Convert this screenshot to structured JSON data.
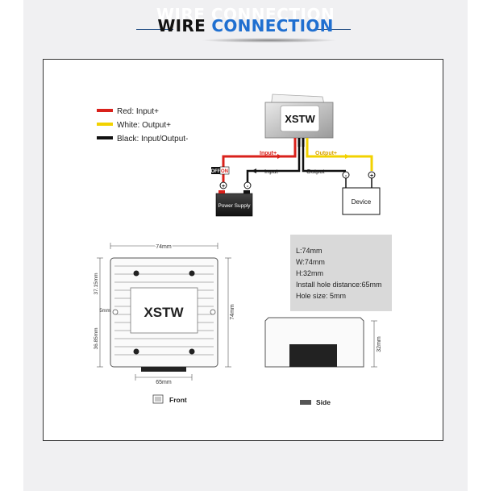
{
  "header": {
    "title_word1": "WIRE",
    "title_word2": "CONNECTION"
  },
  "legend": {
    "red": "Red: Input+",
    "white": "White: Output+",
    "black": "Black: Input/Output-"
  },
  "wiring": {
    "input_plus": "Input+",
    "output_plus": "Output+",
    "input_minus": "Input-",
    "output_minus": "Output-",
    "switch_off": "OFF",
    "switch_on": "ON",
    "power_supply": "Power Supply",
    "device": "Device",
    "logo": "XSTW",
    "plus": "+",
    "minus": "-"
  },
  "specs": {
    "length": "L:74mm",
    "width": "W:74mm",
    "height": "H:32mm",
    "hole_distance": "Install hole distance:65mm",
    "hole_size": "Hole size: 5mm"
  },
  "dimensions": {
    "top_width": "74mm",
    "right_height": "74mm",
    "left_upper": "37.15mm",
    "left_hole": "5mm",
    "left_lower": "36.85mm",
    "bottom_width": "65mm",
    "side_height": "32mm"
  },
  "views": {
    "front": "Front",
    "side": "Side"
  },
  "colors": {
    "red_wire": "#d9211b",
    "yellow_wire": "#f2d200",
    "black_wire": "#111111",
    "accent_blue": "#1f6fd0"
  }
}
